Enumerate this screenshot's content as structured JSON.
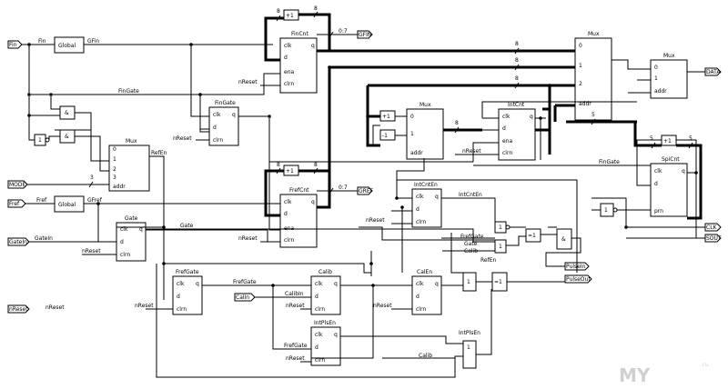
{
  "ports": {
    "fin": "Fin",
    "mode": "MODE",
    "fref": "Fref",
    "gatein": "GateIn",
    "nreset": "nReset",
    "gfin_out": "GFIN",
    "gref_out": "GREF",
    "data_out": "DATA",
    "cin": "CalIn",
    "pulsein": "PulseIn",
    "pulseout": "PulseOut",
    "clk_out": "CLK",
    "sout": "SOUT"
  },
  "signals": {
    "fin": "Fin",
    "gfin": "GFin",
    "fingate": "FinGate",
    "refen": "RefEn",
    "fref": "Fref",
    "gfref": "GFref",
    "gatein": "GateIn",
    "nreset": "nReset",
    "gate": "Gate",
    "frefgate": "FrefGate",
    "calib": "Calib",
    "calibin": "CalibIn",
    "intcntien": "IntCntEn",
    "intplsen": "IntPlsEn",
    "sel3": "3",
    "bus8": "8",
    "bus5": "5",
    "bits07": "0:7"
  },
  "blocks": {
    "global1": {
      "title": "Global"
    },
    "global2": {
      "title": "Global"
    },
    "mux1": {
      "title": "Mux",
      "pins": [
        "0",
        "1",
        "2",
        "3",
        "addr"
      ]
    },
    "fincnt": {
      "title": "FinCnt",
      "pins": [
        "clk",
        "d",
        "ena",
        "clrn",
        "q"
      ]
    },
    "fingate": {
      "title": "FinGate",
      "pins": [
        "clk",
        "d",
        "clrn",
        "q"
      ]
    },
    "frefcnt": {
      "title": "FrefCnt",
      "pins": [
        "clk",
        "d",
        "ena",
        "clrn",
        "q"
      ]
    },
    "gate": {
      "title": "Gate",
      "pins": [
        "clk",
        "d",
        "clrn",
        "q"
      ]
    },
    "mux2": {
      "title": "Mux",
      "pins": [
        "0",
        "1",
        "addr"
      ]
    },
    "intcnt": {
      "title": "IntCnt",
      "pins": [
        "clk",
        "d",
        "ena",
        "clrn",
        "q"
      ]
    },
    "mux3": {
      "title": "Mux",
      "pins": [
        "0",
        "1",
        "2",
        "addr"
      ]
    },
    "mux4": {
      "title": "Mux",
      "pins": [
        "0",
        "1",
        "addr"
      ]
    },
    "spicnt": {
      "title": "SpiCnt",
      "pins": [
        "clk",
        "d",
        "prn",
        "q"
      ]
    },
    "intcnten": {
      "title": "IntCntEn",
      "pins": [
        "clk",
        "d",
        "clrn",
        "q"
      ]
    },
    "frefgate": {
      "title": "FrefGate",
      "pins": [
        "clk",
        "d",
        "clrn",
        "q"
      ]
    },
    "calib": {
      "title": "Calib",
      "pins": [
        "clk",
        "d",
        "clrn",
        "q"
      ]
    },
    "calen": {
      "title": "CalEn",
      "pins": [
        "clk",
        "d",
        "clrn",
        "q"
      ]
    },
    "intplsen": {
      "title": "IntPlsEn",
      "pins": [
        "clk",
        "d",
        "clrn",
        "q"
      ]
    }
  },
  "gates": {
    "and": "&",
    "or": "1",
    "eq": "=1",
    "plus1": "+1",
    "minus1": "-1"
  },
  "watermark": "MY",
  "watermark2": ".ru"
}
